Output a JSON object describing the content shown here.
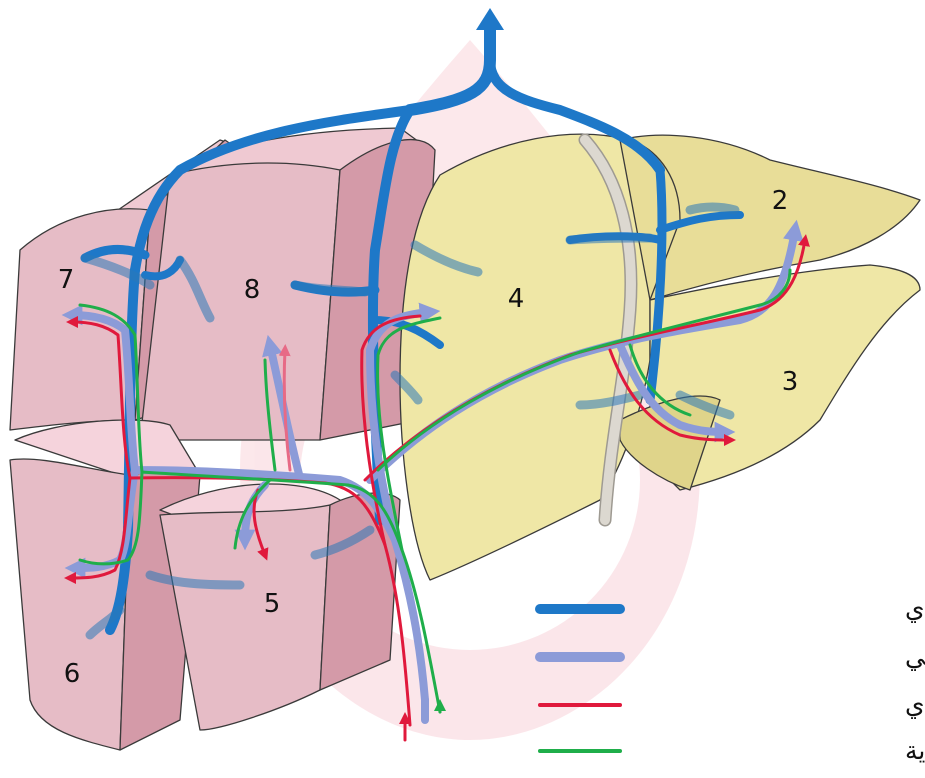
{
  "segments": {
    "s2": "2",
    "s3": "3",
    "s4": "4",
    "s5": "5",
    "s6": "6",
    "s7": "7",
    "s8": "8"
  },
  "legend": {
    "hepatic_vein": "فروع الوريد الكبدي",
    "portal_vein": "فروع الوريد البابي",
    "hepatic_artery": "فروع الشريان الكبدي",
    "bile_duct": "فروع القناة الكبدية"
  },
  "colors": {
    "hepatic_vein": "#1e78c8",
    "portal_vein": "#8c9bd8",
    "hepatic_artery": "#e0193c",
    "bile_duct": "#1fae4a",
    "right_lobe_fill": "#e6bcc6",
    "right_lobe_side": "#d49aa8",
    "left_lobe_fill": "#efe7a6",
    "left_lobe_side": "#dfd48a",
    "ligament": "#d9d6cf"
  }
}
